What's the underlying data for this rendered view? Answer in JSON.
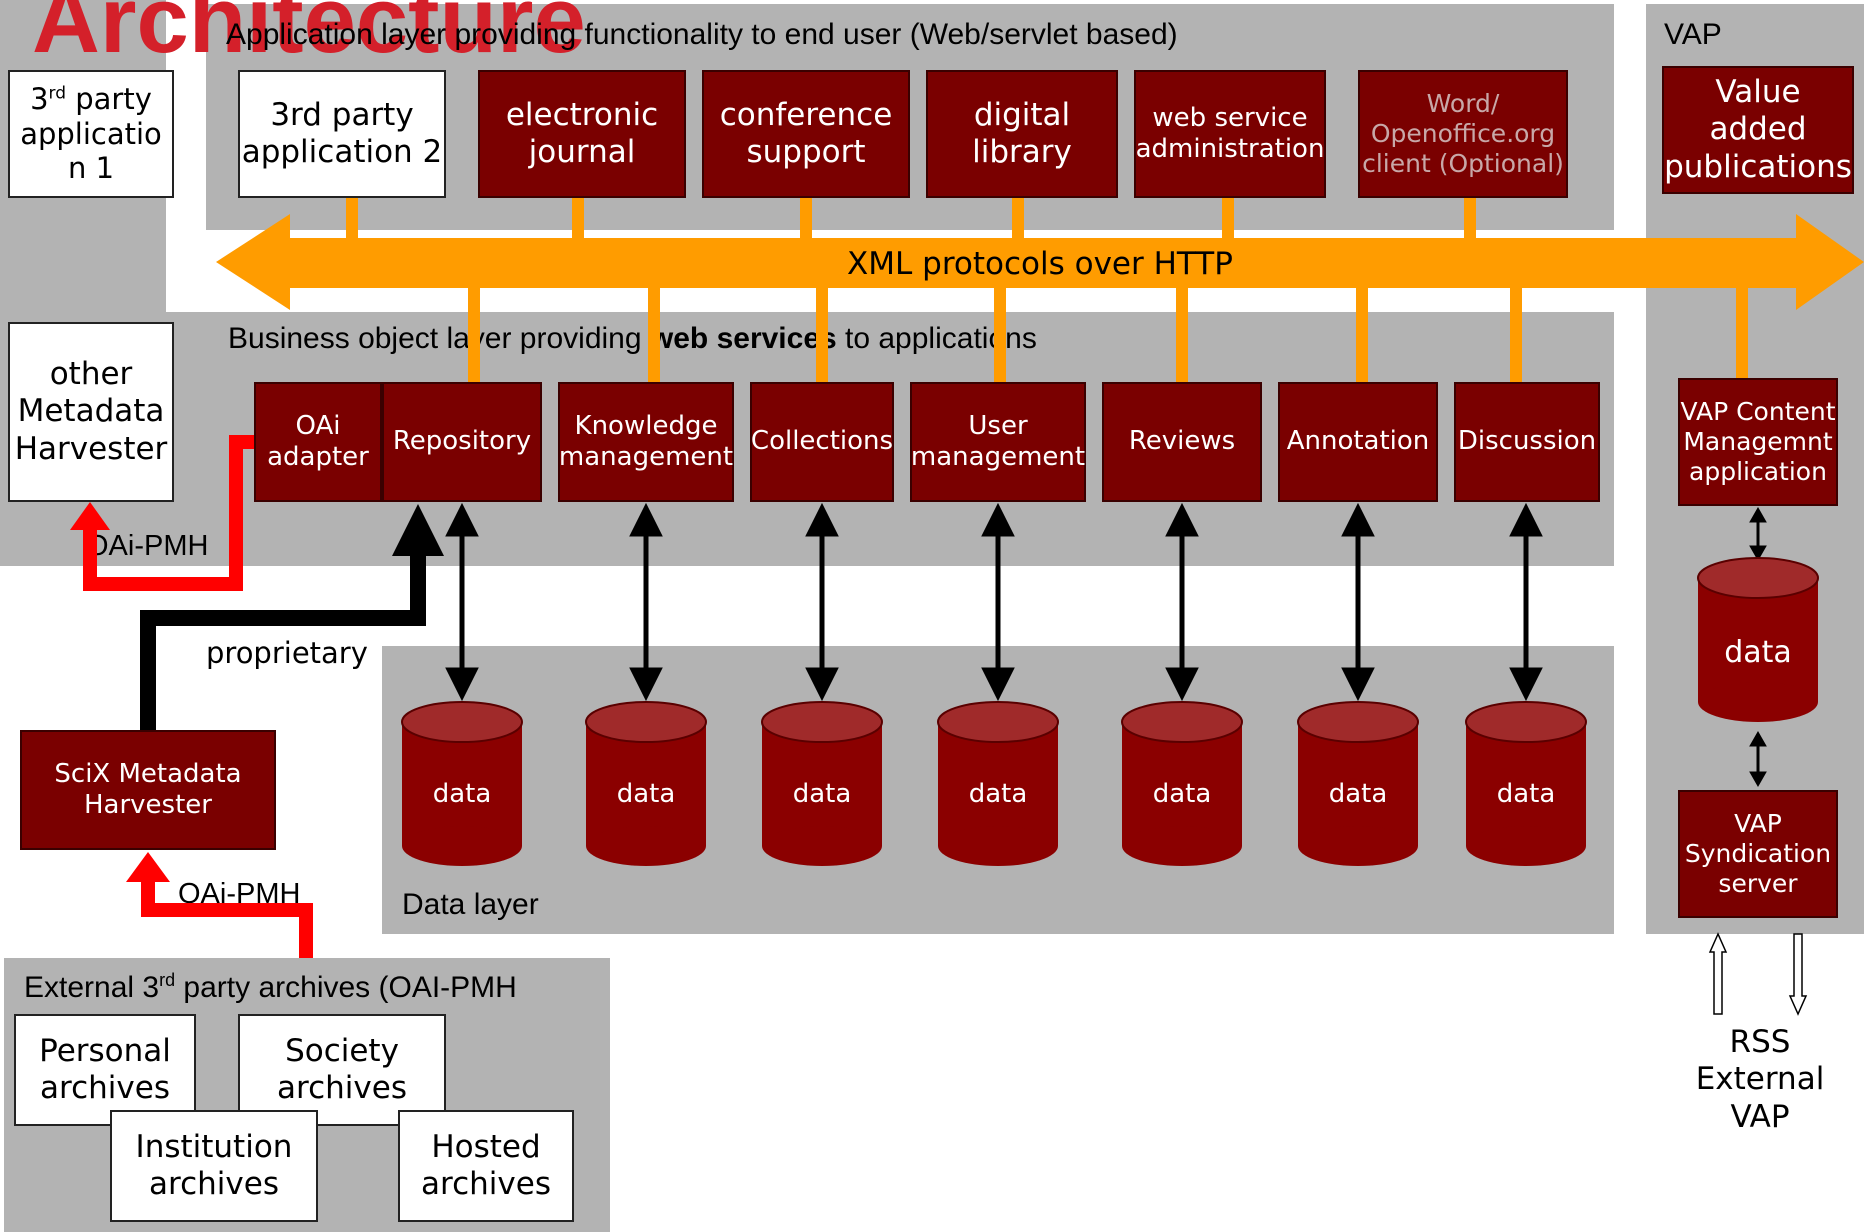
{
  "title": "Architecture",
  "colors": {
    "panel": "#b3b3b3",
    "component": "#7a0000",
    "bus": "#ff9c00",
    "oai_arrow": "#ff0000",
    "title": "#d4202a"
  },
  "app_layer": {
    "label": "Application layer providing functionality to end user (Web/servlet based)",
    "boxes": [
      "3rd party application 2",
      "electronic journal",
      "conference support",
      "digital library",
      "web service administration",
      "Word/ Openoffice.org client (Optional)"
    ]
  },
  "third_party_app1": {
    "prefix": "3",
    "sup": "rd",
    "rest": " party applicatio n 1"
  },
  "other_harvester": "other Metadata Harvester",
  "vap": {
    "label": "VAP",
    "value_added": "Value added publications",
    "content_mgmt": "VAP Content Managemnt application",
    "data": "data",
    "syndication": "VAP Syndication server",
    "external": "RSS External VAP"
  },
  "bus_label": "XML protocols over HTTP",
  "business_layer": {
    "label_pre": "Business object layer providing ",
    "label_bold": "web services",
    "label_post": " to applications",
    "components": [
      "OAi adapter",
      "Repository",
      "Knowledge management",
      "Collections",
      "User management",
      "Reviews",
      "Annotation",
      "Discussion"
    ]
  },
  "data_layer": {
    "label": "Data layer",
    "stores": [
      "data",
      "data",
      "data",
      "data",
      "data",
      "data",
      "data"
    ]
  },
  "harvester": "SciX Metadata Harvester",
  "edge_labels": {
    "oai_pmh_top": "OAi-PMH",
    "proprietary": "proprietary",
    "oai_pmh_bottom": "OAi-PMH"
  },
  "external": {
    "label_pre": "External 3",
    "label_sup": "rd",
    "label_post": " party archives (OAI-PMH",
    "archives": [
      "Personal archives",
      "Society archives",
      "Institution archives",
      "Hosted archives"
    ]
  }
}
